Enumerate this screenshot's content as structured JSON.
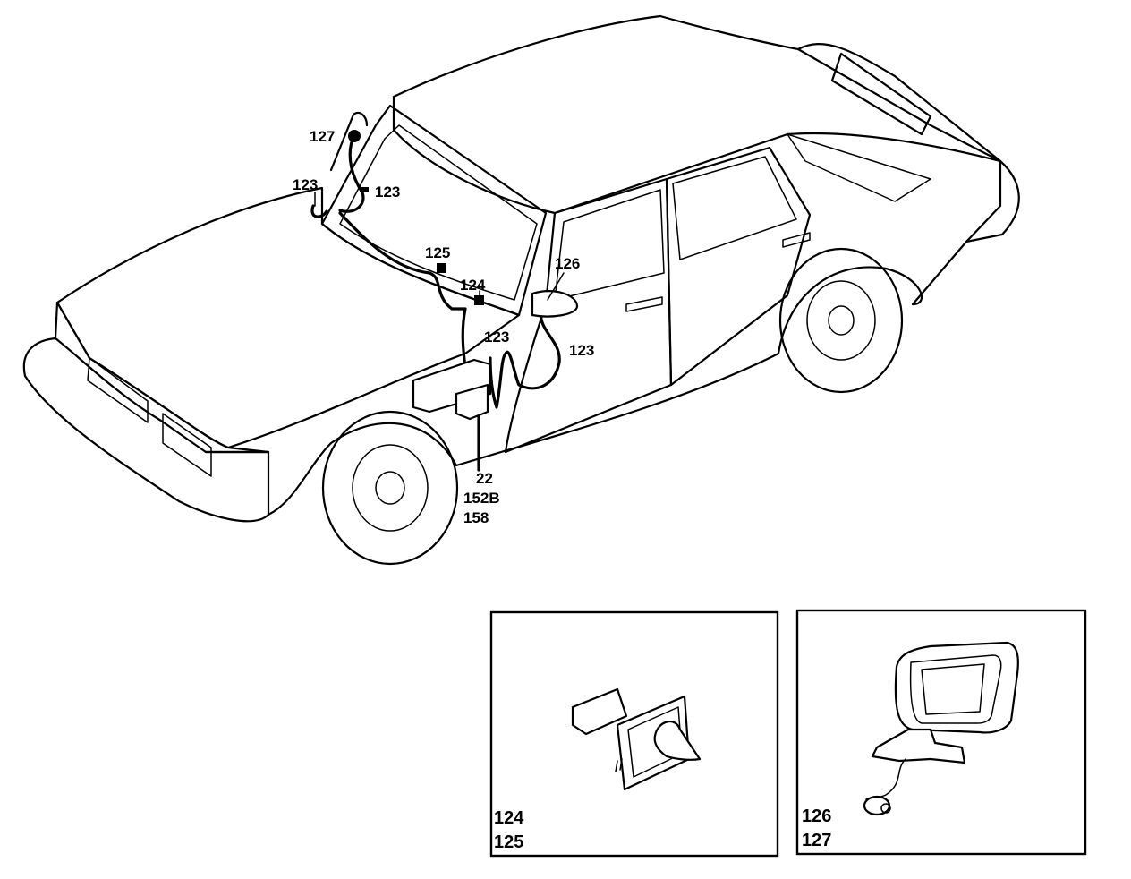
{
  "callouts": {
    "c127": "127",
    "c123_left": "123",
    "c123_right": "123",
    "c125": "125",
    "c124": "124",
    "c126": "126",
    "c123_center": "123",
    "c123_door": "123",
    "c22": "22",
    "c152b": "152B",
    "c158": "158"
  },
  "inset_switch": {
    "line1": "124",
    "line2": "125"
  },
  "inset_mirror": {
    "line1": "126",
    "line2": "127"
  },
  "colors": {
    "ink": "#000000",
    "paper": "#ffffff"
  }
}
